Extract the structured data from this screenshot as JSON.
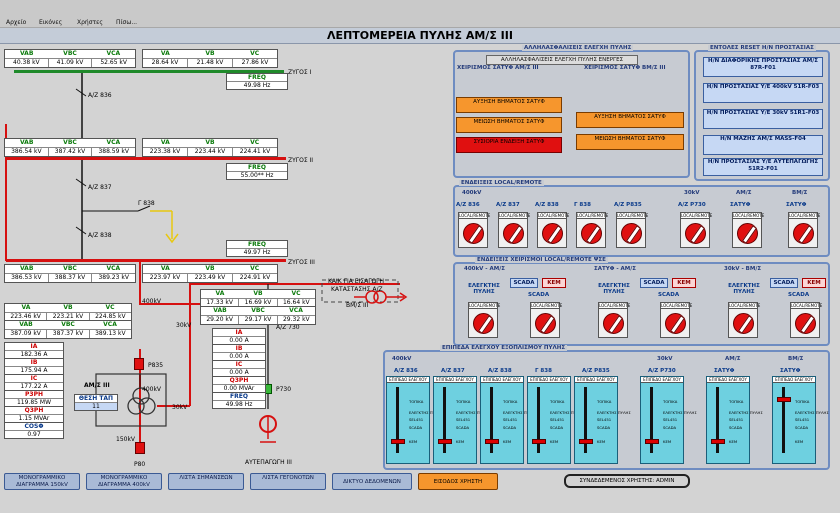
{
  "menu": [
    "Αρχείο",
    "Εικόνες",
    "Χρήστες",
    "Πίσω..."
  ],
  "title": "ΛΕΠΤΟΜΕΡΕΙΑ ΠΥΛΗΣ ΑΜ/Σ III",
  "busbars": {
    "b1": "ΖΥΓΟΣ I",
    "b2": "ΖΥΓΟΣ II",
    "b3": "ΖΥΓΟΣ III"
  },
  "m1": {
    "h": [
      "VAB",
      "VBC",
      "VCA"
    ],
    "v": [
      "40.38 kV",
      "41.09 kV",
      "52.65 kV"
    ]
  },
  "m2": {
    "h": [
      "VA",
      "VB",
      "VC"
    ],
    "v": [
      "28.64 kV",
      "21.48 kV",
      "27.86 kV"
    ]
  },
  "f1": {
    "h": "FREQ",
    "v": "49.98 Hz"
  },
  "m3": {
    "h": [
      "VAB",
      "VBC",
      "VCA"
    ],
    "v": [
      "386.54 kV",
      "387.42 kV",
      "388.59 kV"
    ]
  },
  "m4": {
    "h": [
      "VA",
      "VB",
      "VC"
    ],
    "v": [
      "223.38 kV",
      "223.44 kV",
      "224.41 kV"
    ]
  },
  "f2": {
    "h": "FREQ",
    "v": "55.00** Hz"
  },
  "f3": {
    "h": "FREQ",
    "v": "49.97 Hz"
  },
  "m5": {
    "h": [
      "VAB",
      "VBC",
      "VCA"
    ],
    "v": [
      "386.53 kV",
      "388.37 kV",
      "389.23 kV"
    ]
  },
  "m6": {
    "h": [
      "VA",
      "VB",
      "VC"
    ],
    "v": [
      "223.97 kV",
      "223.49 kV",
      "224.91 kV"
    ]
  },
  "m7": {
    "h": [
      "VA",
      "VB",
      "VC"
    ],
    "v": [
      "223.46 kV",
      "223.21 kV",
      "224.85 kV"
    ]
  },
  "m8": {
    "h": [
      "VAB",
      "VBC",
      "VCA"
    ],
    "v": [
      "387.09 kV",
      "387.37 kV",
      "389.13 kV"
    ]
  },
  "m9": {
    "h": [
      "VA",
      "VB",
      "VC"
    ],
    "v": [
      "17.33 kV",
      "16.69 kV",
      "16.64 kV"
    ]
  },
  "m10": {
    "h": [
      "VAB",
      "VBC",
      "VCA"
    ],
    "v": [
      "29.20 kV",
      "29.17 kV",
      "29.32 kV"
    ]
  },
  "left_meas": [
    {
      "h": "IA",
      "v": "182.36 A"
    },
    {
      "h": "IB",
      "v": "175.94 A"
    },
    {
      "h": "IC",
      "v": "177.22 A"
    },
    {
      "h": "P3PH",
      "v": "119.85 MW"
    },
    {
      "h": "Q3PH",
      "v": "1.15 MVAr"
    },
    {
      "h": "COSΦ",
      "v": "0.97"
    }
  ],
  "right_meas": [
    {
      "h": "IA",
      "v": "0.00 A"
    },
    {
      "h": "IB",
      "v": "0.00 A"
    },
    {
      "h": "IC",
      "v": "0.00 A"
    },
    {
      "h": "Q3PH",
      "v": "0.00 MVAr"
    },
    {
      "h": "FREQ",
      "v": "49.98 Hz"
    }
  ],
  "diagram": {
    "az836": "Α/Ζ 836",
    "az837": "Α/Ζ 837",
    "g838": "Γ 838",
    "az838": "Α/Ζ 838",
    "v400": "400kV",
    "v30a": "30kV",
    "v30b": "30kV",
    "v150": "150kV",
    "am_title": "ΑΜ/Σ III",
    "tap_label": "ΘΕΣΗ ΤΑΠ",
    "tap_value": "11",
    "p835": "P835",
    "p80": "P80",
    "az730": "Α/Ζ 730",
    "p730": "P730",
    "aut": "ΑΥΤΕΠΑΓΩΓΗ III",
    "kai": "ΚΑΙΚ ΓΙΑ ΕΙΣΑΓΩΓΗ",
    "kat": "ΚΑΤΑΣΤΑΣΗΣ Α/Ζ",
    "bm": "ΒΜ/Σ III",
    "v400b": "400kV"
  },
  "p_alarm": {
    "title": "ΑΛΛΗΛΑΣΦΑΛΙΣΕΙΣ ΕΛΕΓΧΗ ΠΥΛΗΣ",
    "btn": "ΑΛΛΗΛΑΣΦΑΛΙΣΕΙΣ ΕΛΕΓΧΗ ΠΥΛΗΣ ΕΝΕΡΓΕΣ"
  },
  "p_satf_am": {
    "title": "ΧΕΙΡΙΣΜΟΣ ΣΑΤΥΦ ΑΜ/Σ III",
    "b1": "ΑΥΞΗΣΗ ΒΗΜΑΤΟΣ ΣΑΤΥΦ",
    "b2": "ΜΕΙΩΣΗ ΒΗΜΑΤΟΣ ΣΑΤΥΦ",
    "b3": "ΣΥΣΙΟΡΙΑ ΕΝΔΕΙΞΗ ΣΑΤΥΦ"
  },
  "p_satf_bm": {
    "title": "ΧΕΙΡΙΣΜΟΣ ΣΑΤΥΦ ΒΜ/Σ III",
    "b1": "ΑΥΞΗΣΗ ΒΗΜΑΤΟΣ ΣΑΤΥΦ",
    "b2": "ΜΕΙΩΣΗ ΒΗΜΑΤΟΣ ΣΑΤΥΦ"
  },
  "p_reset": {
    "title": "ΕΝΤΟΛΕΣ RESET Η/Ν ΠΡΟΣΤΑΣΙΑΣ",
    "items": [
      "Η/Ν ΔΙΑΦΟΡΙΚΗΣ ΠΡΟΣΤΑΣΙΑΣ ΑΜ/Σ 87R-F01",
      "Η/Ν ΠΡΟΣΤΑΣΙΑΣ Υ/Ε 400kV 51R-F03",
      "Η/Ν ΠΡΟΣΤΑΣΙΑΣ Υ/Ε 30kV 51R1-F03",
      "Η/Ν ΜΑΖΗΣ ΑΜ/Σ MASS-F04",
      "Η/Ν ΠΡΟΣΤΑΣΙΑΣ Υ/Ε ΑΥΤΕΠΑΓΩΓΗΣ 51R2-F01"
    ]
  },
  "p_local": {
    "title": "ΕΝΔΕΙΞΕΙΣ LOCAL/REMOTE",
    "g400": "400kV",
    "g30": "30kV",
    "gam": "ΑΜ/Σ",
    "gbm": "ΒΜ/Σ",
    "sel": [
      "Α/Ζ 836",
      "Α/Ζ 837",
      "Α/Ζ 838",
      "Γ 838",
      "Α/Ζ Ρ835",
      "Α/Ζ Ρ730",
      "ΣΑΤΥΦ",
      "ΣΑΤΥΦ"
    ]
  },
  "p_local_sw": {
    "title": "ΕΝΔΕΙΞΕΙΣ ΧΕΙΡΙΣΜΟΙ LOCAL/REMOTE ΨΣΕ",
    "g1": "400kV - ΑΜ/Σ",
    "g2": "ΣΑΤΥΦ - ΑΜ/Σ",
    "g3": "30kV - ΒΜ/Σ",
    "ctrl": "ΕΛΕΓΚΤΗΣ ΠΥΛΗΣ",
    "scada": "SCADA",
    "kem": "ΚΕΜ"
  },
  "sel_label": "LOCAL/REMOTE",
  "sel_sub": "LOC REM",
  "p_level": {
    "title": "ΕΠΙΠΕΔΑ ΕΛΕΓΧΟΥ ΕΞΟΠΛΙΣΜΟΥ ΠΥΛΗΣ",
    "g400": "400kV",
    "g30": "30kV",
    "gam": "ΑΜ/Σ",
    "gbm": "ΒΜ/Σ",
    "top": "ΕΠΙΠΕΔΟ ΕΛΕΓΧΟΥ",
    "items": [
      "Α/Ζ 836",
      "Α/Ζ 837",
      "Α/Ζ 838",
      "Γ 838",
      "Α/Ζ Ρ835",
      "Α/Ζ Ρ730",
      "ΣΑΤΥΦ",
      "ΣΑΤΥΦ"
    ],
    "opts": [
      "ΤΟΠΙΚΑ",
      "ΕΛΕΓΚΤΗΣ ΠΥΛΗΣ",
      "SEL451",
      "SCADA",
      "ΚΕΜ"
    ]
  },
  "bottom": {
    "b1": "ΜΟΝΟΓΡΑΜΜΙΚΟ ΔΙΑΓΡΑΜΜΑ 150kV",
    "b2": "ΜΟΝΟΓΡΑΜΜΙΚΟ ΔΙΑΓΡΑΜΜΑ 400kV",
    "b3": "ΛΙΣΤΑ ΣΗΜΑΝΣΕΩΝ",
    "b4": "ΛΙΣΤΑ ΓΕΓΟΝΟΤΩΝ",
    "b5": "ΔΙΚΤΥΟ ΔΕΔΟΜΕΝΩΝ",
    "b6": "ΕΙΣΟΔΟΣ ΧΡΗΣΤΗ",
    "user": "ΣΥΝΔΕΔΕΜΕΝΟΣ ΧΡΗΣΤΗΣ: ADMIN"
  }
}
